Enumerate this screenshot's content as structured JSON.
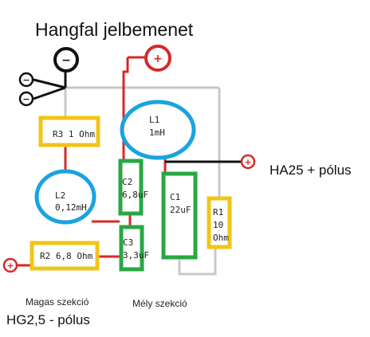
{
  "title": "Hangfal jelbemenet",
  "terminals": {
    "negative_symbol": "−",
    "positive_symbol": "+"
  },
  "components": {
    "r3": "R3 1 Ohm",
    "l1_name": "L1",
    "l1_value": "1mH",
    "l2_name": "L2",
    "l2_value": "0,12mH",
    "c2_name": "C2",
    "c2_value": "6,8uF",
    "c1_name": "C1",
    "c1_value": "22uF",
    "r1_name": "R1",
    "r1_value": "10",
    "r1_unit": "Ohm",
    "c3_name": "C3",
    "c3_value": "3,3uF",
    "r2": "R2 6,8 Ohm"
  },
  "labels": {
    "ha25": "HA25 + pólus",
    "hg25": "HG2,5 - pólus",
    "magas": "Magas szekció",
    "mely": "Mély szekció"
  },
  "colors": {
    "wire_gray": "#c8c8c8",
    "wire_red": "#d42a2a",
    "wire_black": "#111111",
    "resistor": "#f2c417",
    "capacitor": "#27a844",
    "inductor": "#1aa3e0",
    "terminal_red": "#d42a2a"
  }
}
